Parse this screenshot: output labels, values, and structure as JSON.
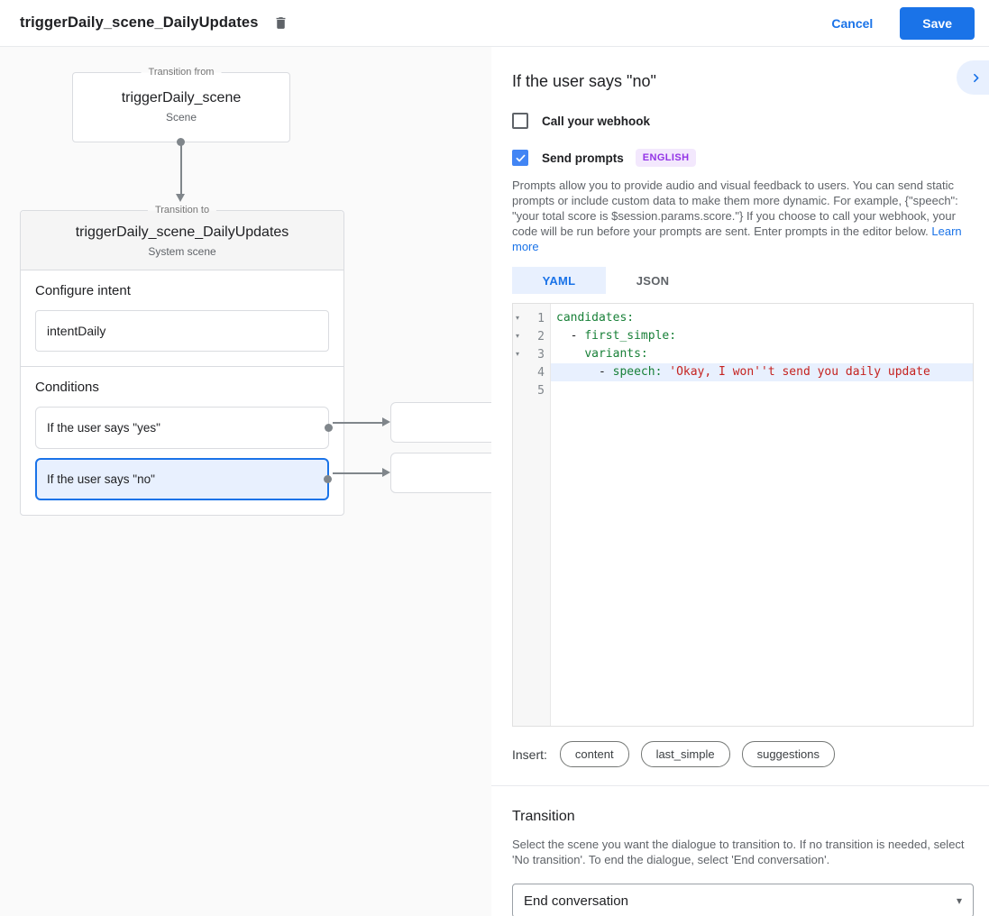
{
  "header": {
    "title": "triggerDaily_scene_DailyUpdates",
    "cancel_label": "Cancel",
    "save_label": "Save"
  },
  "canvas": {
    "transition_from": {
      "legend": "Transition from",
      "title": "triggerDaily_scene",
      "subtitle": "Scene"
    },
    "transition_to": {
      "legend": "Transition to",
      "title": "triggerDaily_scene_DailyUpdates",
      "subtitle": "System scene",
      "configure_intent_label": "Configure intent",
      "intent_value": "intentDaily",
      "conditions_label": "Conditions",
      "conditions": [
        {
          "label": "If the user says \"yes\"",
          "selected": false
        },
        {
          "label": "If the user says \"no\"",
          "selected": true
        }
      ]
    }
  },
  "panel": {
    "title": "If the user says \"no\"",
    "webhook": {
      "label": "Call your webhook",
      "checked": false
    },
    "send_prompts": {
      "label": "Send prompts",
      "checked": true,
      "language_badge": "ENGLISH"
    },
    "description": "Prompts allow you to provide audio and visual feedback to users. You can send static prompts or include custom data to make them more dynamic. For example, {\"speech\": \"your total score is $session.params.score.\"} If you choose to call your webhook, your code will be run before your prompts are sent. Enter prompts in the editor below.",
    "learn_more": "Learn more",
    "tabs": [
      {
        "label": "YAML",
        "active": true
      },
      {
        "label": "JSON",
        "active": false
      }
    ],
    "editor": {
      "lines": [
        {
          "number": "1",
          "foldable": true,
          "highlighted": false,
          "tokens": [
            {
              "type": "key",
              "text": "candidates:"
            }
          ]
        },
        {
          "number": "2",
          "foldable": true,
          "highlighted": false,
          "tokens": [
            {
              "type": "plain",
              "text": "  - "
            },
            {
              "type": "key",
              "text": "first_simple:"
            }
          ]
        },
        {
          "number": "3",
          "foldable": true,
          "highlighted": false,
          "tokens": [
            {
              "type": "plain",
              "text": "    "
            },
            {
              "type": "key",
              "text": "variants:"
            }
          ]
        },
        {
          "number": "4",
          "foldable": false,
          "highlighted": true,
          "tokens": [
            {
              "type": "plain",
              "text": "      - "
            },
            {
              "type": "key",
              "text": "speech:"
            },
            {
              "type": "plain",
              "text": " "
            },
            {
              "type": "str",
              "text": "'Okay, I won''t send you daily update"
            }
          ]
        },
        {
          "number": "5",
          "foldable": false,
          "highlighted": false,
          "tokens": []
        }
      ]
    },
    "insert": {
      "label": "Insert:",
      "chips": [
        "content",
        "last_simple",
        "suggestions"
      ]
    },
    "transition": {
      "title": "Transition",
      "description": "Select the scene you want the dialogue to transition to. If no transition is needed, select 'No transition'. To end the dialogue, select 'End conversation'.",
      "selected_value": "End conversation"
    }
  },
  "colors": {
    "accent_blue": "#1a73e8",
    "selected_fill": "#e8f0fe",
    "checkbox_blue": "#4285f4",
    "badge_purple_text": "#9334e6",
    "badge_purple_bg": "#f3e8fd",
    "syntax_key_green": "#188038",
    "syntax_string_red": "#c5221f",
    "connector_grey": "#80868b"
  }
}
